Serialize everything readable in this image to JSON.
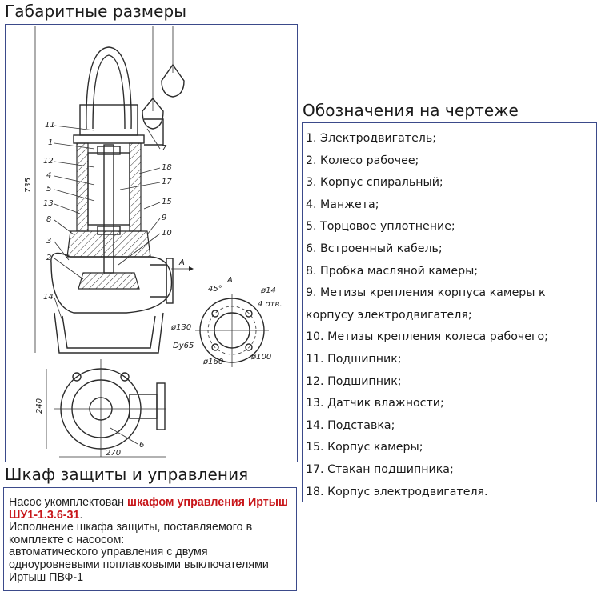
{
  "headings": {
    "dimensions": "Габаритные размеры",
    "legend": "Обозначения на чертеже",
    "cabinet": "Шкаф защиты и управления"
  },
  "drawing": {
    "labels": [
      "11",
      "1",
      "12",
      "4",
      "5",
      "13",
      "8",
      "3",
      "2",
      "14",
      "7",
      "18",
      "17",
      "15",
      "9",
      "10",
      "6"
    ],
    "dims": {
      "height": "735",
      "width": "270",
      "depth": "240",
      "angle": "45°",
      "flange_a": "A",
      "d14": "ø14",
      "holes": "4 отв.",
      "d130": "ø130",
      "dy65": "Dy65",
      "d160": "ø160",
      "d100": "ø100"
    }
  },
  "legend_items": [
    "1. Электродвигатель;",
    "2. Колесо рабочее;",
    "3. Корпус спиральный;",
    "4. Манжета;",
    "5. Торцовое уплотнение;",
    "6. Встроенный кабель;",
    "8. Пробка масляной камеры;",
    "9. Метизы крепления корпуса камеры к корпусу электродвигателя;",
    "10. Метизы крепления колеса рабочего;",
    "11. Подшипник;",
    "12. Подшипник;",
    "13. Датчик влажности;",
    "14. Подставка;",
    "15. Корпус камеры;",
    "17. Стакан подшипника;",
    "18. Корпус электродвигателя."
  ],
  "cabinet": {
    "text_before": "Насос укомплектован ",
    "highlight": "шкафом управления Иртыш ШУ1-1.3.6-31",
    "text_after": ".",
    "line2": "Исполнение шкафа защиты, поставляемого в комплекте с насосом:",
    "line3": "автоматического управления с двумя одноуровневыми поплавковыми выключателями Иртыш ПВФ-1"
  },
  "colors": {
    "frame": "#3b4a8a",
    "accent_red": "#c8171b",
    "text": "#1a1a1a"
  }
}
